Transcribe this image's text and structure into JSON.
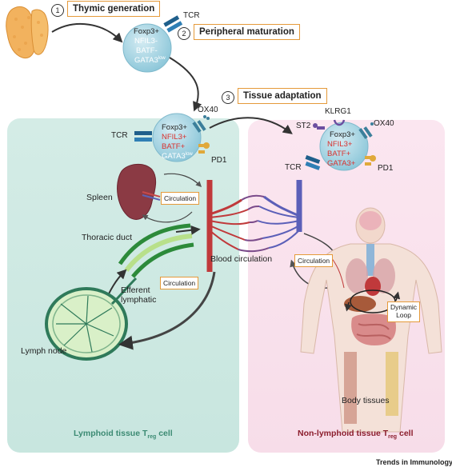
{
  "steps": [
    {
      "number": "1",
      "label": "Thymic generation"
    },
    {
      "number": "2",
      "label": "Peripheral maturation"
    },
    {
      "number": "3",
      "label": "Tissue adaptation"
    }
  ],
  "cell_top": {
    "foxp3": "Foxp3+",
    "nfil3": "NFIL3-",
    "batf": "BATF-",
    "gata3": "GATA3",
    "gata3_sup": "low",
    "tcr": "TCR"
  },
  "cell_mid": {
    "foxp3": "Foxp3+",
    "nfil3": "NFIL3+",
    "batf": "BATF+",
    "gata3": "GATA3",
    "gata3_sup": "low",
    "tcr": "TCR",
    "ox40": "OX40",
    "pd1": "PD1"
  },
  "cell_right": {
    "foxp3": "Foxp3+",
    "nfil3": "NFIL3+",
    "batf": "BATF+",
    "gata3": "GATA3+",
    "tcr": "TCR",
    "ox40": "OX40",
    "pd1": "PD1",
    "st2": "ST2",
    "klrg1": "KLRG1"
  },
  "organs": {
    "spleen": "Spleen",
    "thoracic_duct": "Thoracic duct",
    "efferent": "Efferent\nlymphatic",
    "efferent_l1": "Efferent",
    "efferent_l2": "lymphatic",
    "lymph_node": "Lymph node",
    "blood": "Blood circulation",
    "body": "Body tissues"
  },
  "circulation_labels": {
    "spleen": "Circulation",
    "lymph": "Circulation",
    "right": "Circulation"
  },
  "dynamic_loop": {
    "line1": "Dynamic",
    "line2": "Loop"
  },
  "footers": {
    "left_main": "Lymphoid tissue T",
    "left_sub": "reg",
    "left_tail": " cell",
    "right_main": "Non-lymphoid tissue T",
    "right_sub": "reg",
    "right_tail": " cell"
  },
  "brand": "Trends in Immunology",
  "colors": {
    "left_panel": "#cfe9e3",
    "right_panel": "#f9e1ee",
    "cell": "#a9d6e5",
    "accent_orange": "#e59a3a",
    "red_text": "#d9312e",
    "left_footer": "#3c8a73",
    "right_footer": "#8b1d2c"
  }
}
